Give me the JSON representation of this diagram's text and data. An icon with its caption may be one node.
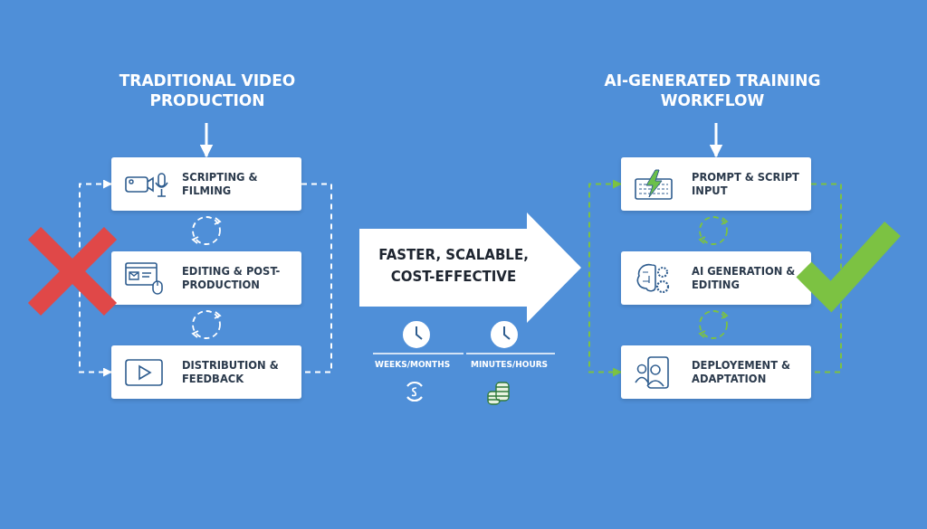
{
  "diagram": {
    "nodes": [
      {
        "text": [
          "TRADITIONAL VIDEO PRODUCTION"
        ]
      },
      {
        "text": [
          "SCRIPTING & FILMING"
        ]
      },
      {
        "text": [
          "EDITING & POST-PRODUCTION"
        ]
      },
      {
        "text": [
          "DISTRIBUTION & FEEDBACK"
        ]
      },
      {
        "text": [
          "AI-GENERATED TRAINING WORKFLOW"
        ]
      },
      {
        "text": [
          "PROMPT & SCRIPT INPUT"
        ]
      },
      {
        "text": [
          "AI GENERATION & EDITING"
        ]
      },
      {
        "text": [
          "DEPLOYEMENT & ADAPTATION"
        ]
      },
      {
        "text": [
          "FASTER, SCALABLE, COST-EFFECTIVE"
        ]
      }
    ],
    "edges": [
      {
        "from": 0,
        "to": 1,
        "arrow": "to"
      },
      {
        "from": 1,
        "to": 3,
        "arrow": "both",
        "style": "dashed"
      },
      {
        "from": 1,
        "to": 3,
        "arrow": "none",
        "style": "dashed"
      },
      {
        "from": 4,
        "to": 5,
        "arrow": "to"
      },
      {
        "from": 5,
        "to": 7,
        "arrow": "both",
        "style": "dashed",
        "color": "#7cc242"
      },
      {
        "from": 5,
        "to": 7,
        "arrow": "none",
        "style": "dashed",
        "color": "#7cc242"
      }
    ],
    "labels": [
      "WEEKS/MONTHS",
      "MINUTES/HOURS"
    ]
  }
}
